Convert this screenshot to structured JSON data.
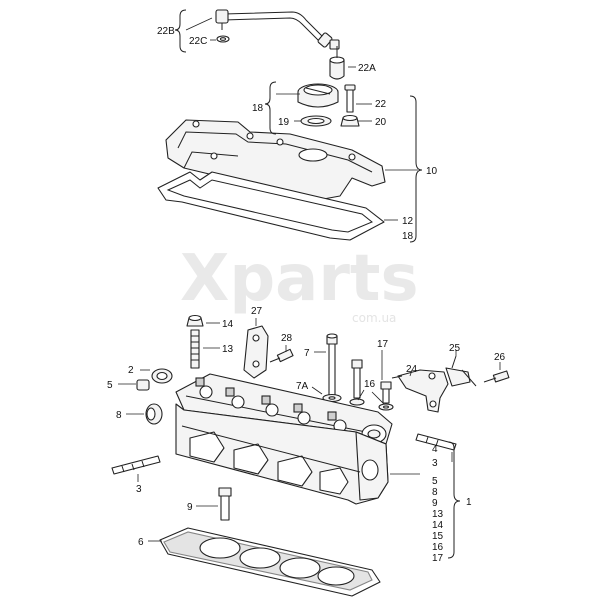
{
  "watermark": {
    "brand": "Xparts",
    "domain": "com.ua"
  },
  "callouts": {
    "c22b": "22B",
    "c22c": "22C",
    "c22a": "22A",
    "c18": "18",
    "c22": "22",
    "c19": "19",
    "c20": "20",
    "c10": "10",
    "c12": "12",
    "c18b": "18",
    "c27": "27",
    "c14": "14",
    "c28": "28",
    "c13": "13",
    "c7": "7",
    "c17": "17",
    "c2": "2",
    "c5": "5",
    "c7a": "7A",
    "c16": "16",
    "c24": "24",
    "c25": "25",
    "c26": "26",
    "c8": "8",
    "c3a": "3",
    "c4": "4",
    "c3b": "3",
    "c1": "1",
    "c9": "9",
    "c6": "6"
  },
  "group_list": [
    "5",
    "8",
    "9",
    "13",
    "14",
    "15",
    "16",
    "17"
  ]
}
